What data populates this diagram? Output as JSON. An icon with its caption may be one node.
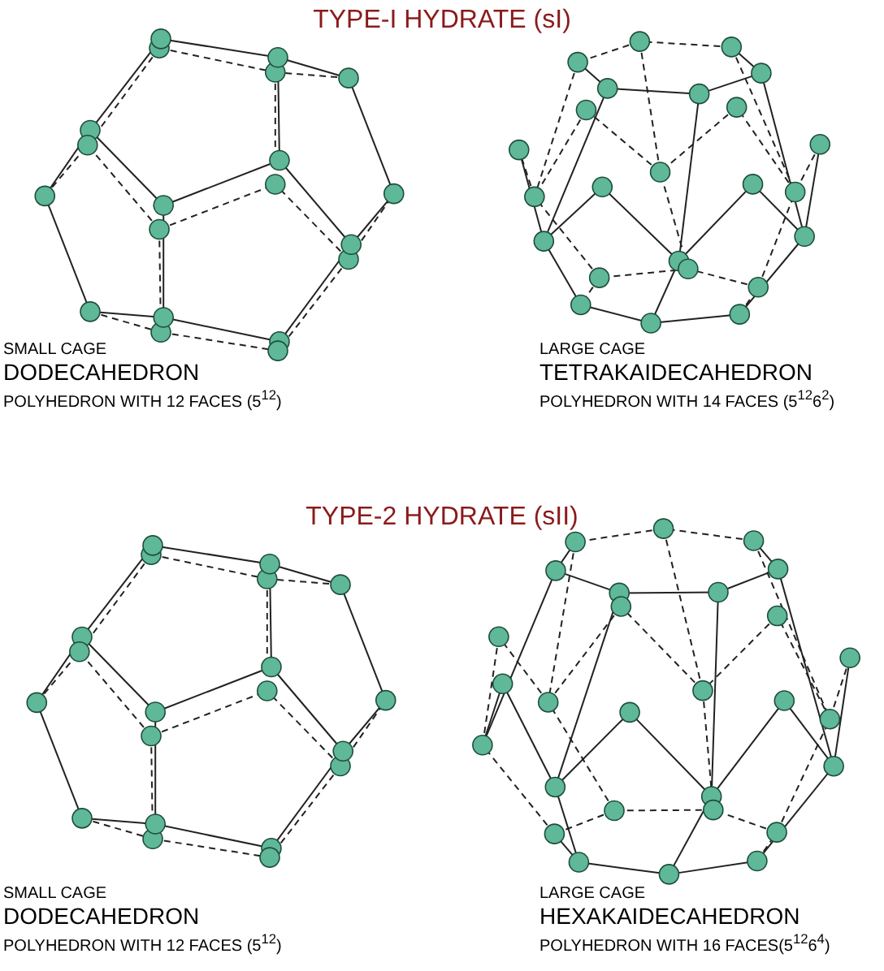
{
  "diagram": {
    "labels": [
      "TYPE-I HYDRATE (sI)",
      "SMALL CAGE",
      "DODECAHEDRON",
      "POLYHEDRON WITH 12 FACES (5$^{12}$)",
      "LARGE CAGE",
      "TETRAKAIDECAHEDRON",
      "POLYHEDRON WITH 14 FACES (5$^{12}$6$^{2}$)",
      "TYPE-2 HYDRATE (sII)",
      "SMALL CAGE",
      "DODECAHEDRON",
      "POLYHEDRON WITH 12 FACES (5$^{12}$)",
      "LARGE CAGE",
      "HEXAKAIDECAHEDRON",
      "POLYHEDRON WITH 16 FACES(5$^{12}$6$^{4}$)"
    ]
  }
}
